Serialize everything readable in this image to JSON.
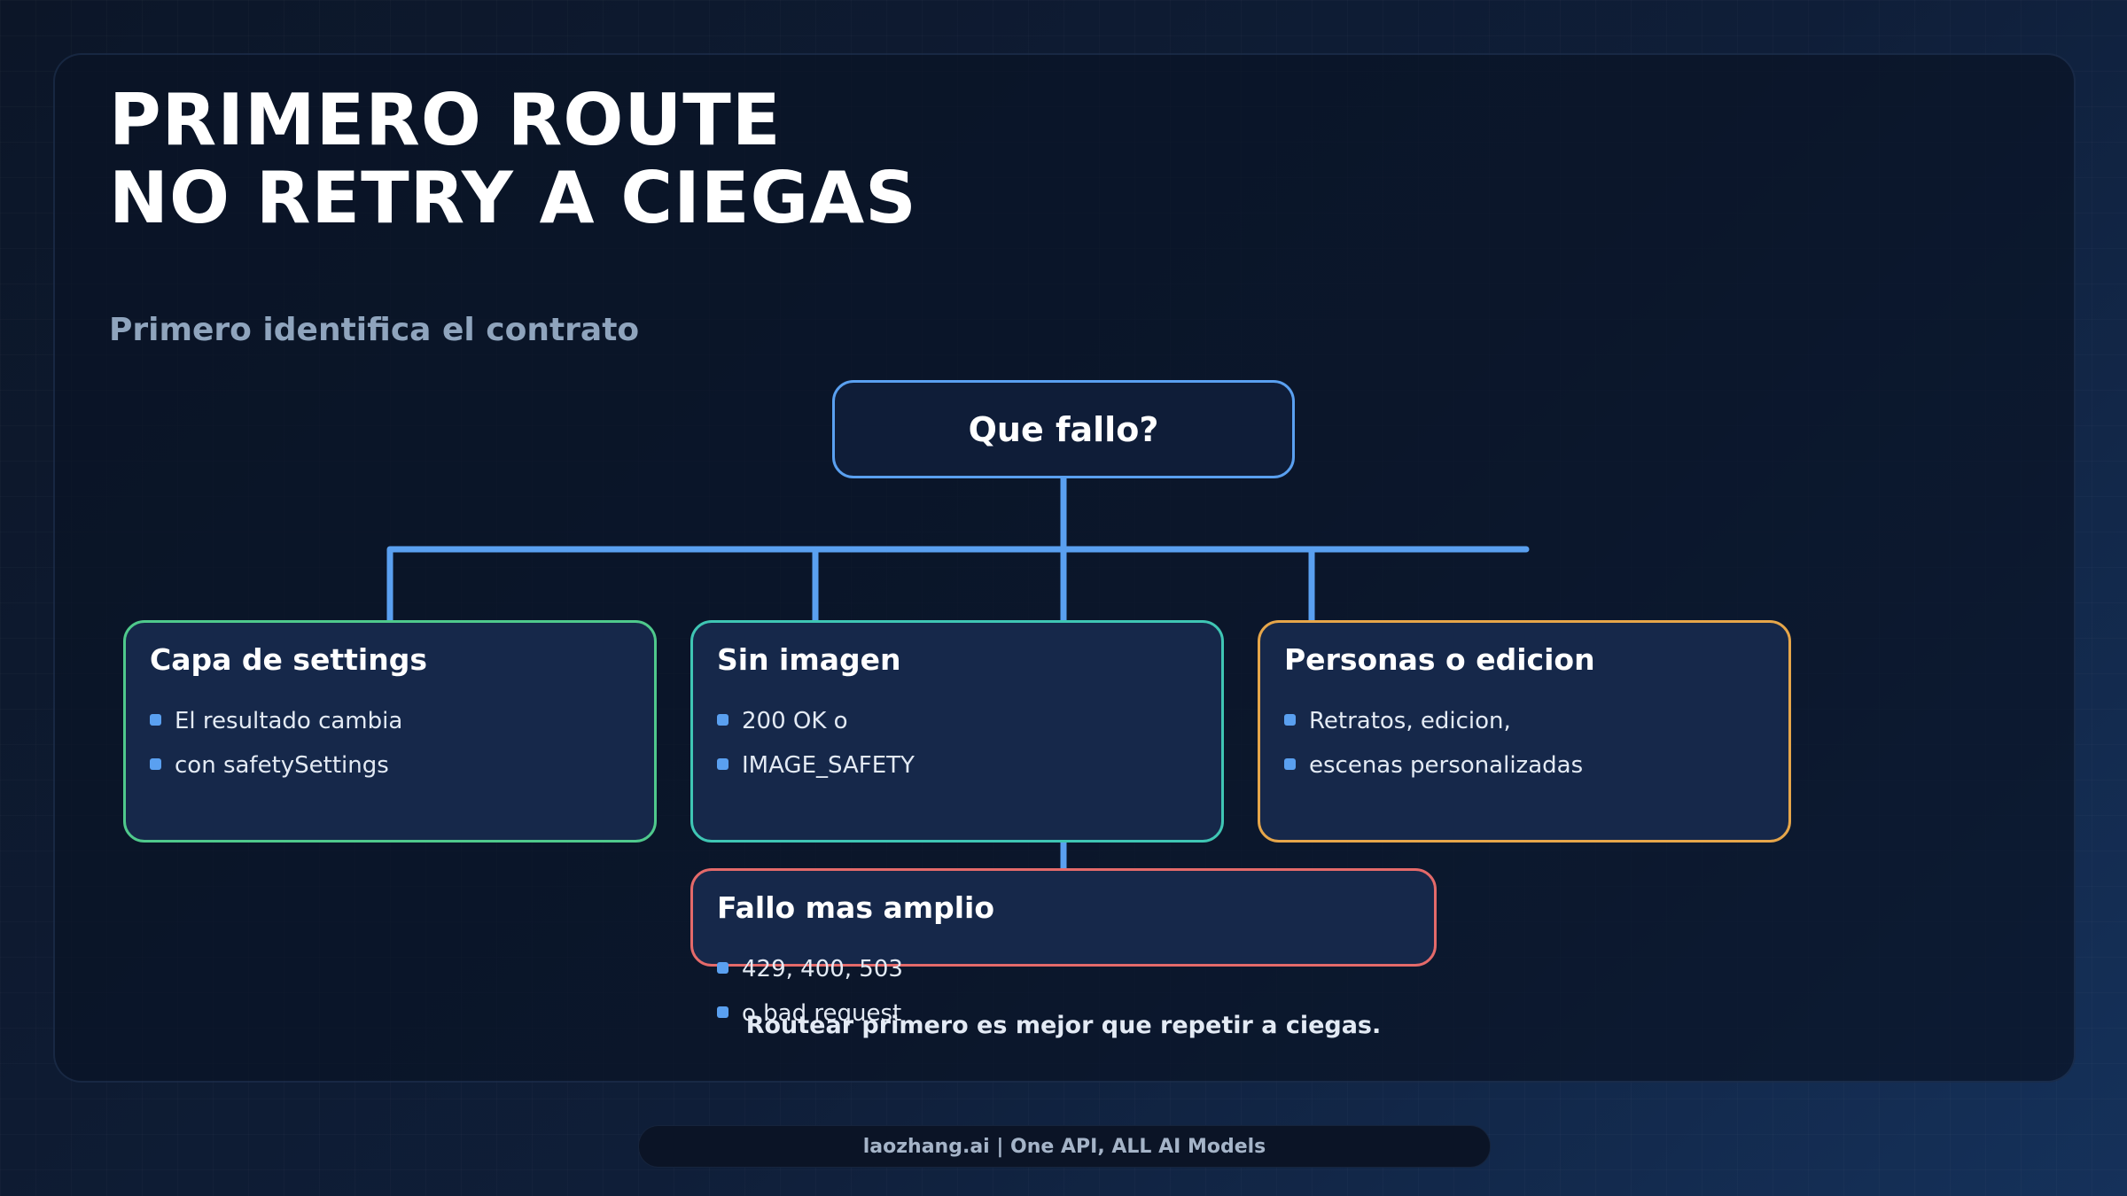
{
  "slide": {
    "title_lines": [
      "PRIMERO ROUTE",
      "NO RETRY A CIEGAS"
    ],
    "subtitle": "Primero identifica el contrato",
    "footnote": "Routear primero es mejor que repetir a ciegas."
  },
  "diagram": {
    "root": {
      "label": "Que fallo?"
    },
    "branches": [
      {
        "title": "Capa de settings",
        "bullets": [
          "El resultado cambia",
          "con safetySettings"
        ],
        "color": "#4fc98c"
      },
      {
        "title": "Sin imagen",
        "bullets": [
          "200 OK o",
          "IMAGE_SAFETY"
        ],
        "color": "#3fc6b4"
      },
      {
        "title": "Personas o edicion",
        "bullets": [
          "Retratos, edicion,",
          "escenas personalizadas"
        ],
        "color": "#e6a64a"
      },
      {
        "title": "Fallo mas amplio",
        "bullets": [
          "429, 400, 503",
          "o bad request"
        ],
        "color": "#e46a6a"
      }
    ],
    "connector_color": "#5aa0f0"
  },
  "footer": {
    "text": "laozhang.ai | One API, ALL AI Models"
  }
}
